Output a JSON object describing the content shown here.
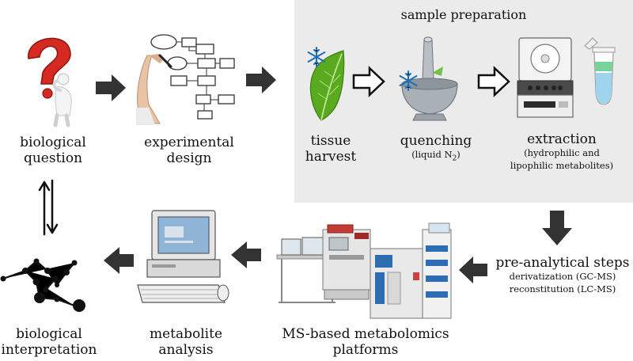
{
  "panel": {
    "title": "sample preparation"
  },
  "labels": {
    "question": [
      "biological",
      "question"
    ],
    "design": [
      "experimental",
      "design"
    ],
    "tissue": [
      "tissue",
      "harvest"
    ],
    "quenching": {
      "title": "quenching",
      "sub_pre": "(liquid N",
      "sub_index": "2",
      "sub_post": ")"
    },
    "extraction": {
      "title": "extraction",
      "sub": [
        "(hydrophilic and",
        "lipophilic metabolites)"
      ]
    },
    "preanalytical": {
      "title": "pre-analytical steps",
      "sub": [
        "derivatization (GC-MS)",
        "reconstitution (LC-MS)"
      ]
    },
    "platforms": [
      "MS-based metabolomics",
      "platforms"
    ],
    "analysis": [
      "metabolite",
      "analysis"
    ],
    "interpretation": [
      "biological",
      "interpretation"
    ]
  },
  "colors": {
    "arrow": "#333333",
    "panel": "#ebebeb",
    "question_mark": "#d42a22",
    "leaf": "#5aaa1f",
    "snowflake": "#1d6fb8",
    "mortar": "#a9b0b6",
    "solvent_green": "#78d39a",
    "solvent_blue": "#9fd4ef",
    "instrument_red": "#c8453d",
    "instrument_blue": "#2f6db3"
  },
  "icons": [
    "question-mark-person-icon",
    "flowchart-hand-icon",
    "leaf-icon",
    "snowflake-icon",
    "mortar-pestle-icon",
    "centrifuge-icon",
    "sample-tube-icon",
    "mass-spectrometer-icon",
    "computer-icon",
    "network-graph-icon"
  ]
}
